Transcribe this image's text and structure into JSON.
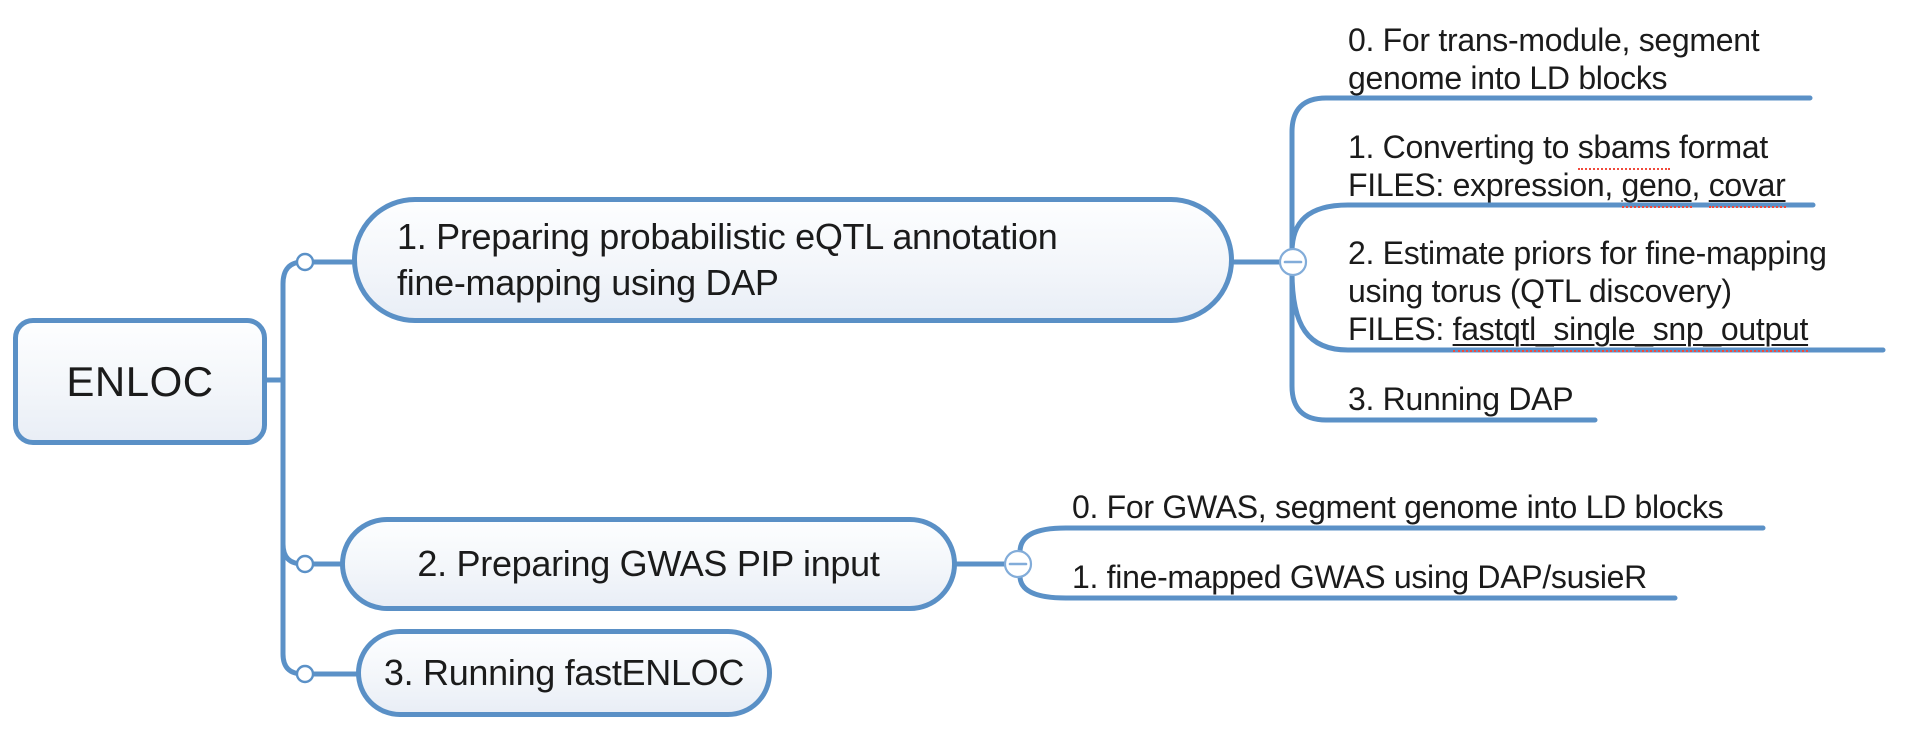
{
  "palette": {
    "line_blue": "#5b91c7",
    "node_border_blue": "#5a90c6",
    "node_fill_top": "#fdfeff",
    "node_fill_bottom": "#e9eef6",
    "collapse_button_blue": "#82acd9",
    "text_color": "#1b1b1b",
    "spellcheck_red": "#f14a3c"
  },
  "root": {
    "label": "ENLOC"
  },
  "branches": [
    {
      "label_lines": [
        "1. Preparing probabilistic eQTL annotation",
        "fine-mapping using DAP"
      ],
      "collapse_button": {
        "state": "expanded",
        "glyph": "minus"
      },
      "children": [
        {
          "lines": [
            {
              "segments": [
                {
                  "text": "0. For trans-module, segment"
                }
              ]
            },
            {
              "segments": [
                {
                  "text": "genome into LD blocks"
                }
              ]
            }
          ]
        },
        {
          "lines": [
            {
              "segments": [
                {
                  "text": "1. Converting to "
                },
                {
                  "text": "sbams",
                  "misspelled": true
                },
                {
                  "text": " format"
                }
              ]
            },
            {
              "segments": [
                {
                  "text": "FILES: expression, "
                },
                {
                  "text": "geno",
                  "underline": true,
                  "misspelled": true
                },
                {
                  "text": ", "
                },
                {
                  "text": "covar",
                  "underline": true,
                  "misspelled": true
                }
              ]
            }
          ]
        },
        {
          "lines": [
            {
              "segments": [
                {
                  "text": "2. Estimate priors for fine-mapping"
                }
              ]
            },
            {
              "segments": [
                {
                  "text": "using torus (QTL discovery)"
                }
              ]
            },
            {
              "segments": [
                {
                  "text": "FILES: "
                },
                {
                  "text": "fastqtl_single_snp_output",
                  "underline": true,
                  "misspelled": true
                }
              ]
            }
          ]
        },
        {
          "lines": [
            {
              "segments": [
                {
                  "text": "3. Running DAP"
                }
              ]
            }
          ]
        }
      ]
    },
    {
      "label_lines": [
        "2. Preparing GWAS PIP input"
      ],
      "collapse_button": {
        "state": "expanded",
        "glyph": "minus"
      },
      "children": [
        {
          "lines": [
            {
              "segments": [
                {
                  "text": "0. For GWAS, segment genome into LD blocks"
                }
              ]
            }
          ]
        },
        {
          "lines": [
            {
              "segments": [
                {
                  "text": "1. fine-mapped GWAS using DAP/susieR"
                }
              ]
            }
          ]
        }
      ]
    },
    {
      "label_lines": [
        "3. Running fastENLOC"
      ],
      "children": []
    }
  ]
}
